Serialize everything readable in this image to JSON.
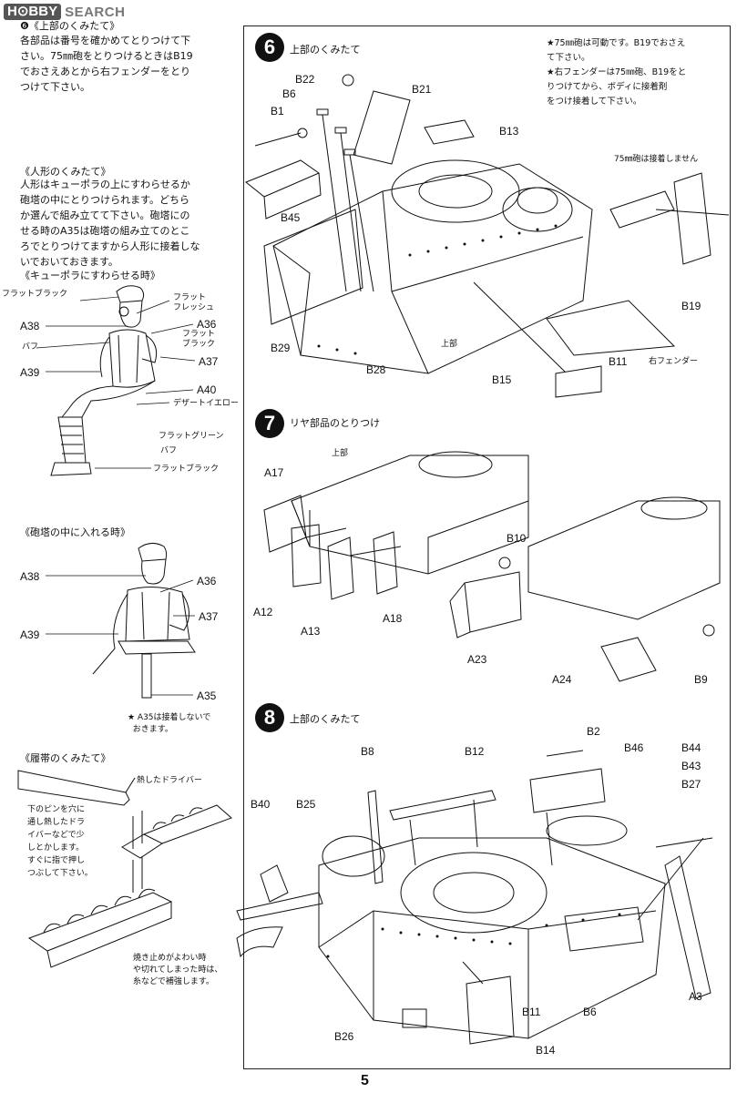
{
  "watermark": {
    "logo": "H⊙BBY",
    "text": "SEARCH"
  },
  "page_number": "5",
  "left": {
    "step6_heading": "❻《上部のくみたて》",
    "step6_text": "各部品は番号を確かめてとりつけて下\nさい。75㎜砲をとりつけるときはB19\nでおさえあとから右フェンダーをとり\nつけて下さい。",
    "figure_heading": "《人形のくみたて》",
    "figure_text": "人形はキューポラの上にすわらせるか\n砲塔の中にとりつけられます。どちら\nか選んで組み立てて下さい。砲塔にの\nせる時のA35は砲塔の組み立てのとこ\nろでとりつけてますから人形に接着しな\nいでおいておきます。",
    "seated_heading": "《キューポラにすわらせる時》",
    "seated_labels": {
      "flat_black_top": "フラットブラック",
      "flat_flesh": "フラット\nフレッシュ",
      "a38": "A38",
      "a36": "A36",
      "flat_black_2": "フラット\nブラック",
      "buff": "バフ",
      "a37": "A37",
      "a39": "A39",
      "a40": "A40",
      "desert_yellow": "デザートイエロー",
      "flat_green": "フラットグリーン",
      "buff_2": "バフ",
      "flat_black_bottom": "フラットブラック"
    },
    "turret_heading": "《砲塔の中に入れる時》",
    "turret_labels": {
      "a38": "A38",
      "a36": "A36",
      "a37": "A37",
      "a39": "A39",
      "a35": "A35"
    },
    "turret_note": "★ A35は接着しないで\n  おきます。",
    "track_heading": "《履帯のくみたて》",
    "track_hot_driver": "熱したドライバー",
    "track_text": "下のピンを穴に\n通し熱したドラ\nイバーなどで少\nしとかします。\nすぐに指で押し\nつぶして下さい。",
    "track_note": "焼き止めがよわい時\nや切れてしまった時は、\n糸などで補強します。"
  },
  "step6": {
    "number": "6",
    "title": "上部のくみたて",
    "note": "★75㎜砲は可動です。B19でおさえ\nて下さい。\n★右フェンダーは75㎜砲、B19をと\nりつけてから、ボディに接着剤\nをつけ接着して下さい。",
    "gun_note": "75㎜砲は接着しません",
    "labels": {
      "B22": "B22",
      "B21": "B21",
      "B6": "B6",
      "B1": "B1",
      "B13": "B13",
      "B45": "B45",
      "B29": "B29",
      "B28": "B28",
      "upper": "上部",
      "B15": "B15",
      "B11": "B11",
      "right_fender": "右フェンダー",
      "B19": "B19"
    }
  },
  "step7": {
    "number": "7",
    "title": "リヤ部品のとりつけ",
    "labels": {
      "upper": "上部",
      "A17": "A17",
      "B10": "B10",
      "A12": "A12",
      "A13": "A13",
      "A18": "A18",
      "A23": "A23",
      "A24": "A24",
      "B9": "B9"
    }
  },
  "step8": {
    "number": "8",
    "title": "上部のくみたて",
    "labels": {
      "B2": "B2",
      "B8": "B8",
      "B12": "B12",
      "B46": "B46",
      "B44": "B44",
      "B43": "B43",
      "B27": "B27",
      "B40": "B40",
      "B25": "B25",
      "A3": "A3",
      "B11": "B11",
      "B6": "B6",
      "B26": "B26",
      "B14": "B14"
    }
  }
}
